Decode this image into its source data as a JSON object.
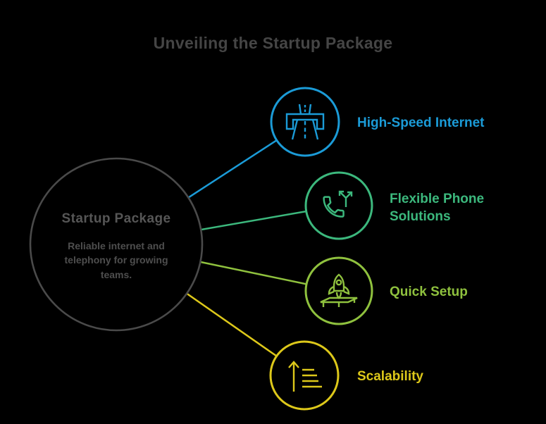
{
  "title": "Unveiling the Startup Package",
  "center": {
    "title": "Startup Package",
    "description": "Reliable internet and telephony for growing teams."
  },
  "nodes": [
    {
      "label": "High-Speed Internet",
      "color": "#1b9bd7",
      "icon": "highway-icon"
    },
    {
      "label": "Flexible Phone Solutions",
      "color": "#3cb87d",
      "icon": "phone-split-icon"
    },
    {
      "label": "Quick Setup",
      "color": "#8fc13e",
      "icon": "rocket-launch-icon"
    },
    {
      "label": "Scalability",
      "color": "#ddc81a",
      "icon": "growth-arrow-icon"
    }
  ],
  "colors": {
    "background": "#000000",
    "title_text": "#454545",
    "center_circle_stroke": "#4a4a4a",
    "center_title_text": "#565656",
    "center_description_text": "#4e4e4e",
    "blue": "#1b9bd7",
    "green": "#3cb87d",
    "lime": "#8fc13e",
    "yellow": "#ddc81a"
  }
}
